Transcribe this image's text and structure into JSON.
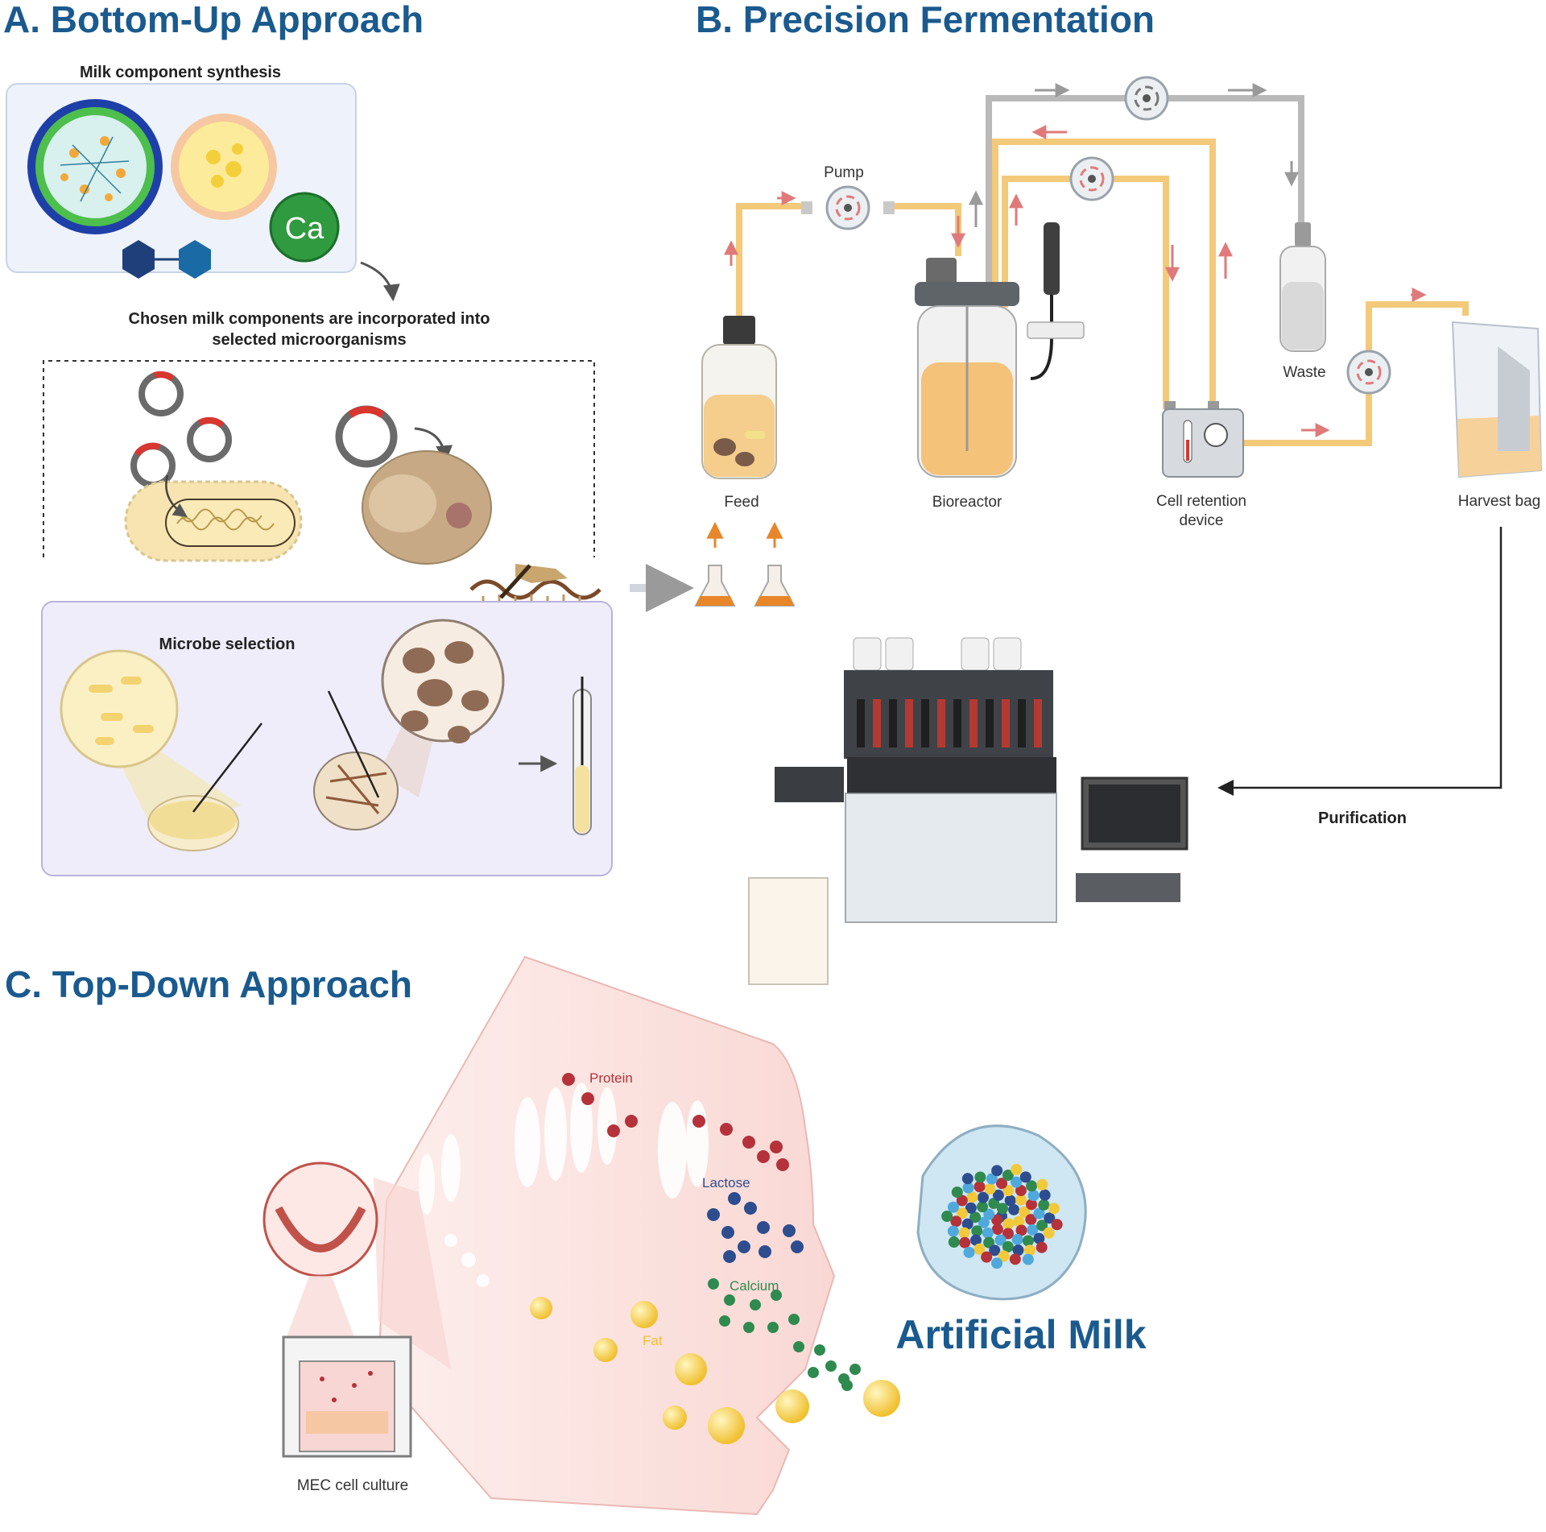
{
  "section_a": {
    "title": "A. Bottom-Up Approach",
    "milk_component_synthesis": "Milk component synthesis",
    "calcium_symbol": "Ca",
    "incorporation_text_line1": "Chosen milk components are incorporated into",
    "incorporation_text_line2": "selected microorganisms",
    "microbe_selection": "Microbe selection"
  },
  "section_b": {
    "title": "B. Precision Fermentation",
    "pump": "Pump",
    "feed": "Feed",
    "bioreactor": "Bioreactor",
    "cell_retention_line1": "Cell retention",
    "cell_retention_line2": "device",
    "waste": "Waste",
    "harvest_bag": "Harvest bag",
    "purification": "Purification"
  },
  "section_c": {
    "title": "C. Top-Down Approach",
    "protein": "Protein",
    "lactose": "Lactose",
    "calcium": "Calcium",
    "fat": "Fat",
    "mec_culture": "MEC cell culture",
    "artificial_milk": "Artificial Milk"
  },
  "colors": {
    "title_blue": "#1a5a8e",
    "tube_orange": "#f3c97a",
    "tube_gray": "#b9b9b9",
    "arrow_red": "#e07a7a",
    "protein_red": "#b5323a",
    "lactose_blue": "#2e4d8f",
    "calcium_green": "#2f8a4f",
    "fat_yellow": "#f2c93a",
    "cell_pink": "#fbe3e0"
  }
}
